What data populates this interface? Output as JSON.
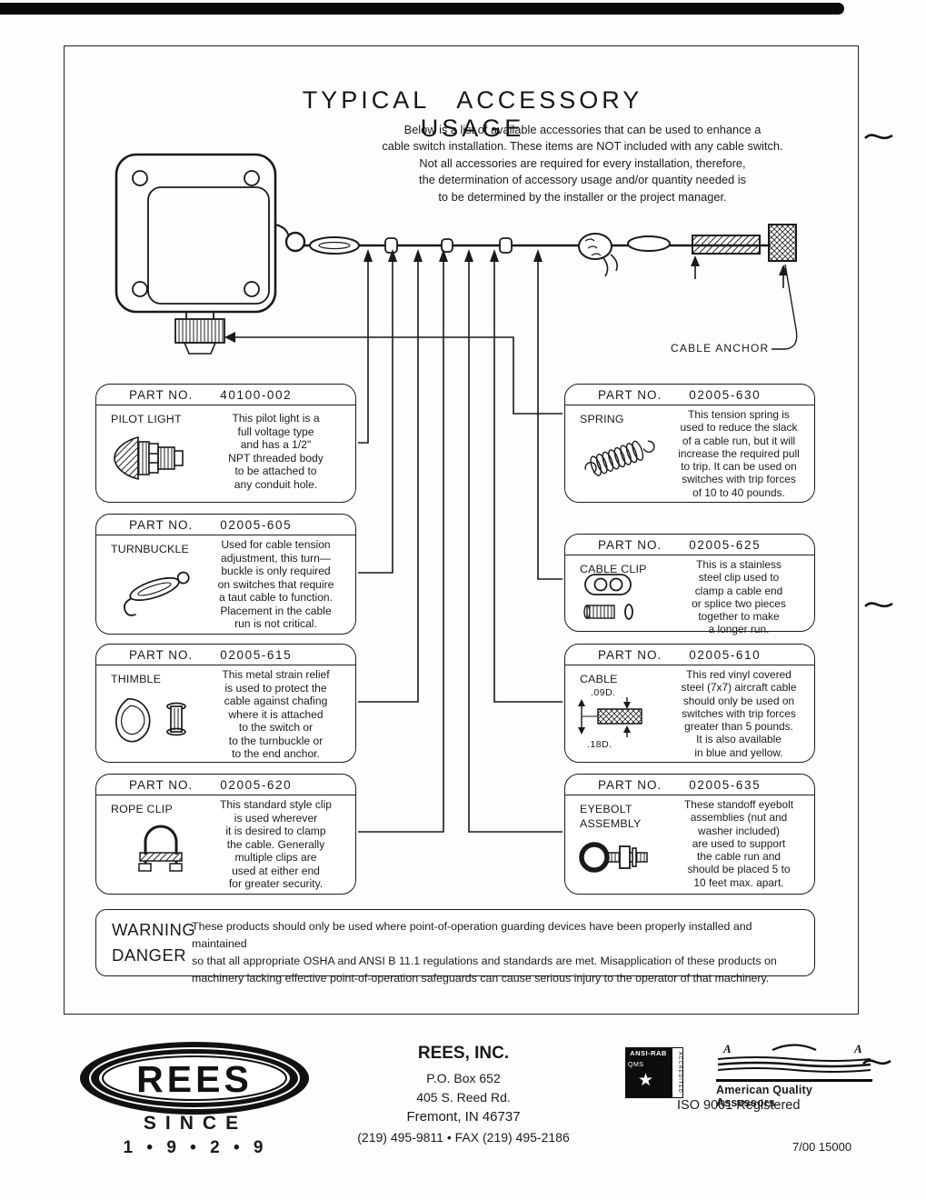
{
  "header": {
    "title": "TYPICAL ACCESSORY USAGE",
    "intro": "Below is a list of available accessories that can be used to enhance a\ncable switch installation.  These items are NOT included with any cable switch.\nNot all accessories are required for every installation, therefore,\nthe determination of accessory usage and/or quantity needed is\nto be determined by the installer or the project manager."
  },
  "diagram": {
    "cable_anchor_label": "CABLE ANCHOR"
  },
  "parts": [
    {
      "part_no_label": "PART NO.",
      "part_no": "40100-002",
      "name": "PILOT LIGHT",
      "description": "This pilot light is a\nfull voltage type\nand has a 1/2\"\nNPT threaded body\nto be attached to\nany conduit hole."
    },
    {
      "part_no_label": "PART NO.",
      "part_no": "02005-605",
      "name": "TURNBUCKLE",
      "description": "Used for cable tension\nadjustment, this turn—\nbuckle is only required\non switches that require\na taut cable to function.\nPlacement in the cable\nrun is not critical."
    },
    {
      "part_no_label": "PART NO.",
      "part_no": "02005-615",
      "name": "THIMBLE",
      "description": "This metal strain relief\nis used to protect the\ncable against chafing\nwhere it is attached\nto the switch or\nto the turnbuckle or\nto the end anchor."
    },
    {
      "part_no_label": "PART NO.",
      "part_no": "02005-620",
      "name": "ROPE CLIP",
      "description": "This standard style clip\nis used wherever\nit is desired to clamp\nthe cable.  Generally\nmultiple clips are\nused at either end\nfor greater security."
    },
    {
      "part_no_label": "PART NO.",
      "part_no": "02005-630",
      "name": "SPRING",
      "description": "This tension spring is\nused to reduce the slack\nof a cable run, but it will\nincrease the required pull\nto trip. It can be used on\nswitches with trip forces\nof 10 to 40 pounds."
    },
    {
      "part_no_label": "PART NO.",
      "part_no": "02005-625",
      "name": "CABLE CLIP",
      "description": "This is a stainless\nsteel clip used to\nclamp a cable end\nor splice two pieces\ntogether to make\na longer run."
    },
    {
      "part_no_label": "PART NO.",
      "part_no": "02005-610",
      "name": "CABLE",
      "dim_top": ".09D.",
      "dim_bottom": ".18D.",
      "description": "This red vinyl covered\nsteel (7x7) aircraft cable\nshould only be used on\nswitches with trip forces\ngreater than 5 pounds.\nIt is also available\nin blue and yellow."
    },
    {
      "part_no_label": "PART NO.",
      "part_no": "02005-635",
      "name": "EYEBOLT\nASSEMBLY",
      "description": "These standoff eyebolt\nassemblies (nut and\nwasher included)\nare used to support\nthe cable run and\nshould be placed 5 to\n10 feet max. apart."
    }
  ],
  "warning": {
    "label": "WARNING\nDANGER",
    "text": "These products should only be used where point-of-operation guarding devices have been properly installed and maintained\nso that all appropriate OSHA and ANSI B 11.1 regulations and standards are met.  Misapplication of these products on\nmachinery lacking effective point-of-operation safeguards can cause serious injury to the operator of that machinery."
  },
  "footer": {
    "logo_text": "REES",
    "since_label": "SINCE",
    "since_year": "1 • 9 • 2 • 9",
    "company": "REES, INC.",
    "address_line1": "P.O. Box 652",
    "address_line2": "405 S. Reed Rd.",
    "address_line3": "Fremont, IN 46737",
    "phone": "(219) 495-9811 • FAX (219) 495-2186",
    "iso": "ISO 9001 Registered",
    "print_code": "7/00 15000",
    "ansi_rab": {
      "title": "ANSI-RAB",
      "qms": "QMS",
      "accredited": "ACCREDITED",
      "star": "★"
    },
    "aqa": {
      "name": "American Quality Assessors",
      "mark_left": "A",
      "mark_right": "A"
    }
  }
}
